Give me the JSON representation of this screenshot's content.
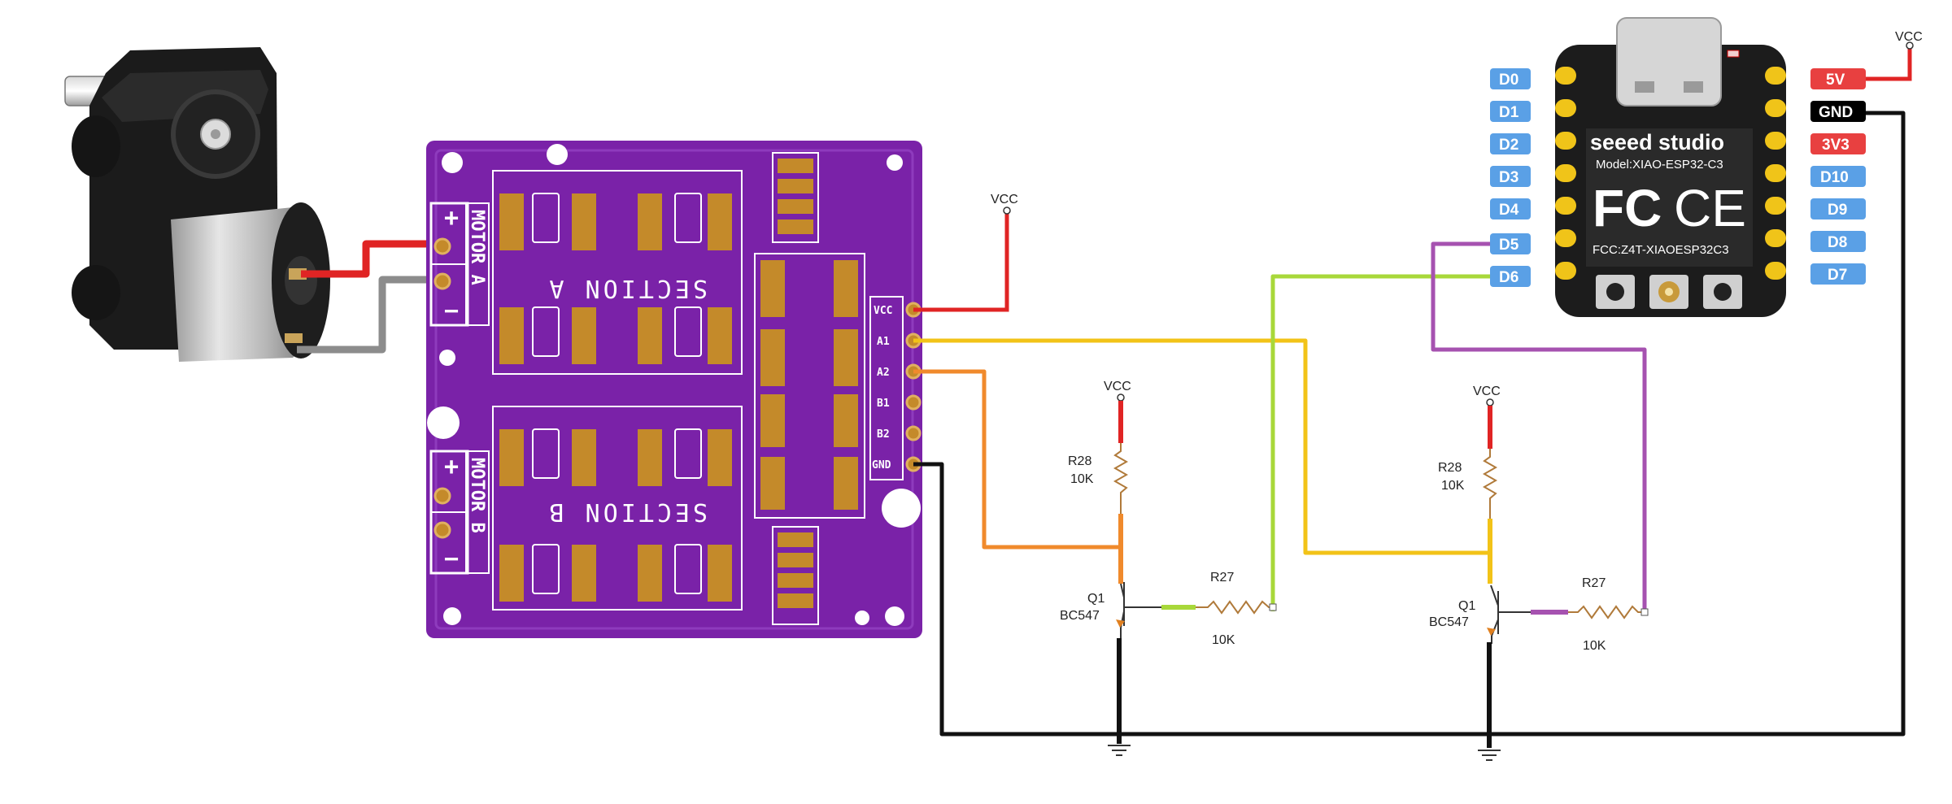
{
  "colors": {
    "red": "#e02424",
    "gray": "#8c8c8c",
    "yellow": "#f2c318",
    "orange": "#f08a2c",
    "lime": "#a8d83a",
    "purple": "#a652b0",
    "black": "#111111",
    "pcb": "#7a22a8",
    "pin_blue": "#5aa0e6",
    "pin_red": "#e84040",
    "pin_black": "#000000",
    "pad_gold": "#c48a2a"
  },
  "motor_driver": {
    "motor_a": {
      "label": "MOTOR A",
      "plus": "+",
      "minus": "−"
    },
    "motor_b": {
      "label": "MOTOR B",
      "plus": "+",
      "minus": "−"
    },
    "section_a": "SECTION A",
    "section_b": "SECTION B",
    "pins": [
      "VCC",
      "A1",
      "A2",
      "B1",
      "B2",
      "GND"
    ]
  },
  "vcc_label": "VCC",
  "circuit_left": {
    "vcc": "VCC",
    "r28_name": "R28",
    "r28_value": "10K",
    "q_name": "Q1",
    "q_part": "BC547",
    "r27_name": "R27",
    "r27_value": "10K"
  },
  "circuit_right": {
    "vcc": "VCC",
    "r28_name": "R28",
    "r28_value": "10K",
    "q_name": "Q1",
    "q_part": "BC547",
    "r27_name": "R27",
    "r27_value": "10K"
  },
  "xiao": {
    "brand": "seeed studio",
    "model": "Model:XIAO-ESP32-C3",
    "fc": "FC",
    "ce": "CE",
    "fcc_id": "FCC:Z4T-XIAOESP32C3",
    "left_pins": [
      "D0",
      "D1",
      "D2",
      "D3",
      "D4",
      "D5",
      "D6"
    ],
    "right_pins": [
      "5V",
      "GND",
      "3V3",
      "D10",
      "D9",
      "D8",
      "D7"
    ],
    "vcc": "VCC"
  }
}
